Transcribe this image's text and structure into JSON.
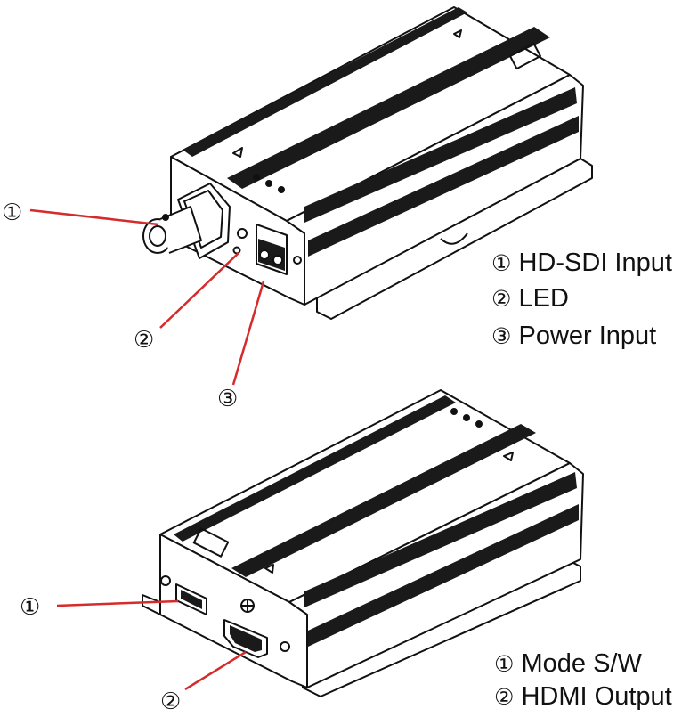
{
  "marker_glyphs": {
    "one": "①",
    "two": "②",
    "three": "③"
  },
  "legend_top": [
    {
      "marker": "①",
      "text": "HD-SDI Input"
    },
    {
      "marker": "②",
      "text": "LED"
    },
    {
      "marker": "③",
      "text": "Power Input"
    }
  ],
  "legend_bottom": [
    {
      "marker": "①",
      "text": "Mode S/W"
    },
    {
      "marker": "②",
      "text": "HDMI Output"
    }
  ],
  "colors": {
    "leader_line": "#d62b2b",
    "outline": "#111111",
    "stripe": "#1a1a1a",
    "background": "#ffffff"
  }
}
